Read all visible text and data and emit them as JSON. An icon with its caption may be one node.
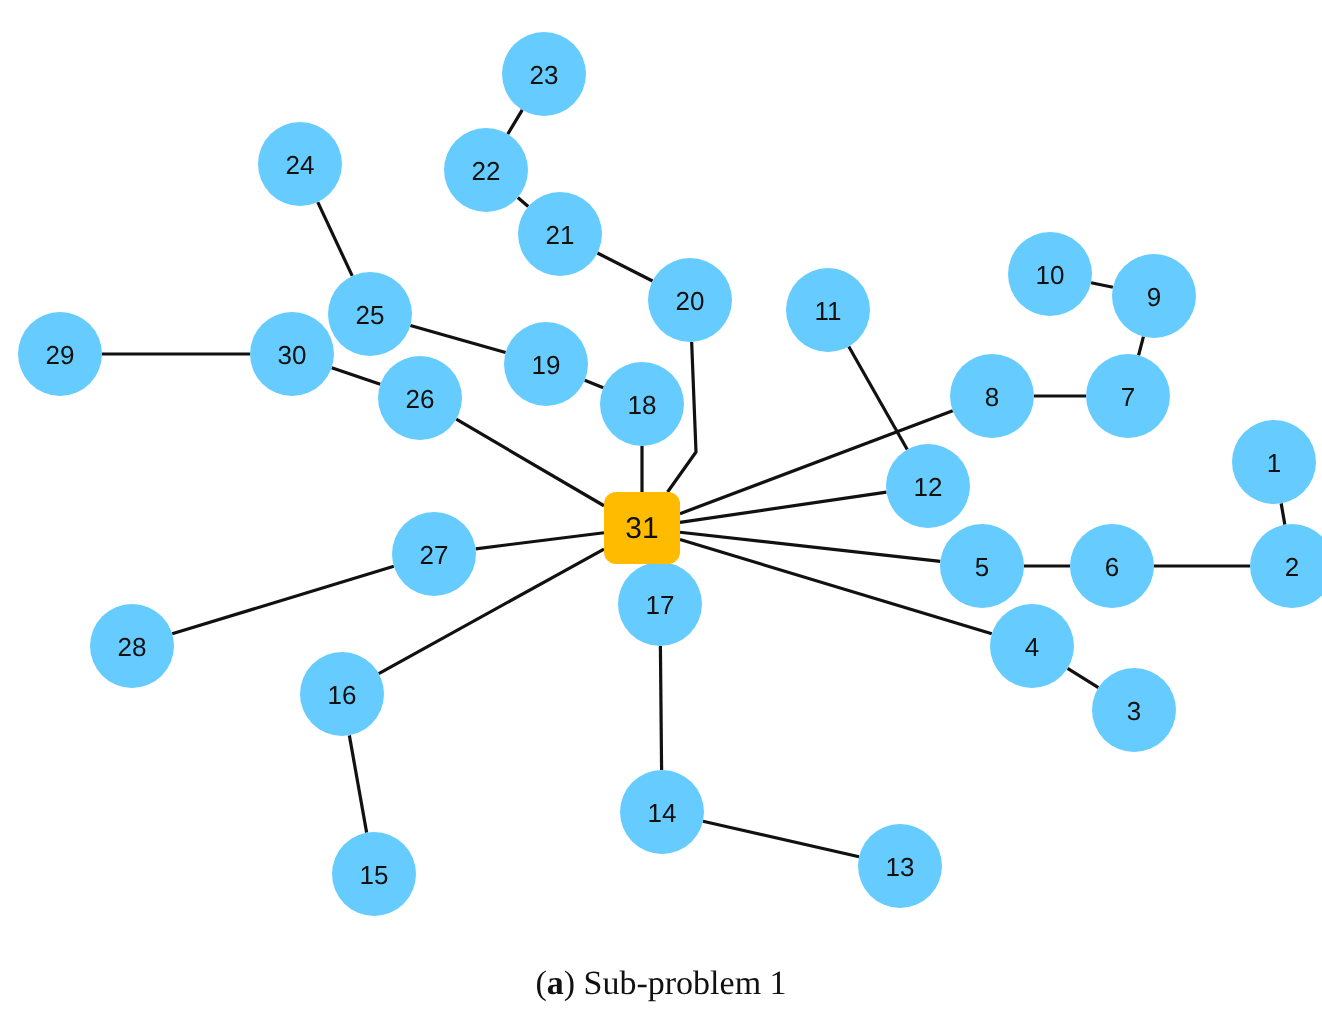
{
  "diagram": {
    "caption": "(**a**) Sub-problem 1",
    "nodes": [
      {
        "text": [
          "1"
        ]
      },
      {
        "text": [
          "2"
        ]
      },
      {
        "text": [
          "3"
        ]
      },
      {
        "text": [
          "4"
        ]
      },
      {
        "text": [
          "5"
        ]
      },
      {
        "text": [
          "6"
        ]
      },
      {
        "text": [
          "7"
        ]
      },
      {
        "text": [
          "8"
        ]
      },
      {
        "text": [
          "9"
        ]
      },
      {
        "text": [
          "10"
        ]
      },
      {
        "text": [
          "11"
        ]
      },
      {
        "text": [
          "12"
        ]
      },
      {
        "text": [
          "13"
        ]
      },
      {
        "text": [
          "14"
        ]
      },
      {
        "text": [
          "15"
        ]
      },
      {
        "text": [
          "16"
        ]
      },
      {
        "text": [
          "17"
        ]
      },
      {
        "text": [
          "18"
        ]
      },
      {
        "text": [
          "19"
        ]
      },
      {
        "text": [
          "20"
        ]
      },
      {
        "text": [
          "21"
        ]
      },
      {
        "text": [
          "22"
        ]
      },
      {
        "text": [
          "23"
        ]
      },
      {
        "text": [
          "24"
        ]
      },
      {
        "text": [
          "25"
        ]
      },
      {
        "text": [
          "26"
        ]
      },
      {
        "text": [
          "27"
        ]
      },
      {
        "text": [
          "28"
        ]
      },
      {
        "text": [
          "29"
        ]
      },
      {
        "text": [
          "30"
        ]
      },
      {
        "text": [
          "31"
        ]
      }
    ],
    "edges": [
      {
        "from": 0,
        "to": 1,
        "arrow": "none"
      },
      {
        "from": 1,
        "to": 5,
        "arrow": "none"
      },
      {
        "from": 5,
        "to": 4,
        "arrow": "none"
      },
      {
        "from": 4,
        "to": 30,
        "arrow": "none"
      },
      {
        "from": 3,
        "to": 30,
        "arrow": "none"
      },
      {
        "from": 2,
        "to": 3,
        "arrow": "none"
      },
      {
        "from": 11,
        "to": 30,
        "arrow": "none"
      },
      {
        "from": 10,
        "to": 11,
        "arrow": "none"
      },
      {
        "from": 7,
        "to": 30,
        "arrow": "none"
      },
      {
        "from": 7,
        "to": 6,
        "arrow": "none"
      },
      {
        "from": 6,
        "to": 8,
        "arrow": "none"
      },
      {
        "from": 8,
        "to": 9,
        "arrow": "none"
      },
      {
        "from": 17,
        "to": 30,
        "arrow": "none"
      },
      {
        "from": 19,
        "to": 30,
        "arrow": "none"
      },
      {
        "from": 20,
        "to": 19,
        "arrow": "none"
      },
      {
        "from": 21,
        "to": 20,
        "arrow": "none"
      },
      {
        "from": 22,
        "to": 21,
        "arrow": "none"
      },
      {
        "from": 18,
        "to": 17,
        "arrow": "none"
      },
      {
        "from": 24,
        "to": 18,
        "arrow": "none"
      },
      {
        "from": 23,
        "to": 24,
        "arrow": "none"
      },
      {
        "from": 29,
        "to": 25,
        "arrow": "none"
      },
      {
        "from": 28,
        "to": 29,
        "arrow": "none"
      },
      {
        "from": 25,
        "to": 30,
        "arrow": "none"
      },
      {
        "from": 26,
        "to": 30,
        "arrow": "none"
      },
      {
        "from": 27,
        "to": 26,
        "arrow": "none"
      },
      {
        "from": 15,
        "to": 30,
        "arrow": "none"
      },
      {
        "from": 14,
        "to": 15,
        "arrow": "none"
      },
      {
        "from": 16,
        "to": 13,
        "arrow": "none"
      },
      {
        "from": 13,
        "to": 12,
        "arrow": "none"
      }
    ]
  }
}
